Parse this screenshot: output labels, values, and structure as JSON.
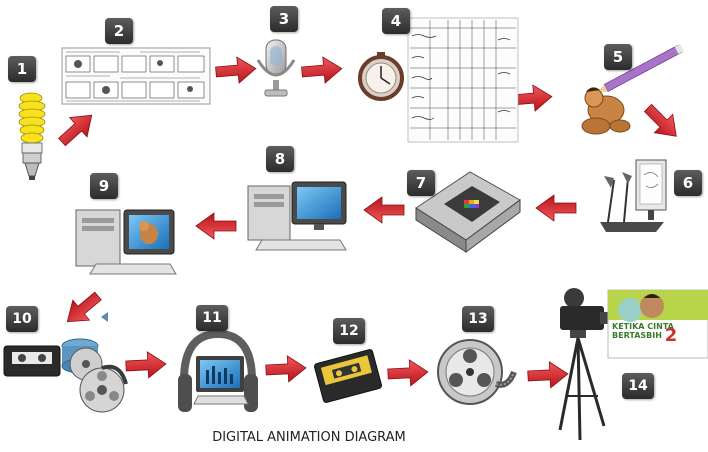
{
  "colors": {
    "arrow": "#d9242a",
    "badge": "#3a3a3a",
    "badge_text": "#ffffff",
    "monitor_screen": "#2e8fd8",
    "poster_green": "#b7d44a"
  },
  "caption": "DIGITAL ANIMATION DIAGRAM",
  "steps": [
    {
      "number": "1",
      "icon": "light-bulb-icon"
    },
    {
      "number": "2",
      "icon": "storyboard-icon"
    },
    {
      "number": "3",
      "icon": "microphone-icon"
    },
    {
      "number": "4",
      "icon": "stopwatch-icon"
    },
    {
      "number": "5",
      "icon": "pencil-drawing-icon"
    },
    {
      "number": "6",
      "icon": "animation-desk-icon"
    },
    {
      "number": "7",
      "icon": "scanner-icon"
    },
    {
      "number": "8",
      "icon": "computer-icon"
    },
    {
      "number": "9",
      "icon": "computer-animation-icon"
    },
    {
      "number": "10",
      "icon": "tapes-and-reels-icon"
    },
    {
      "number": "11",
      "icon": "headphones-computer-icon"
    },
    {
      "number": "12",
      "icon": "cassette-tape-icon"
    },
    {
      "number": "13",
      "icon": "film-reel-icon"
    },
    {
      "number": "14",
      "icon": "movie-camera-icon"
    }
  ],
  "poster": {
    "line1": "KETIKA CINTA",
    "line2": "BERTASBIH",
    "number": "2"
  }
}
